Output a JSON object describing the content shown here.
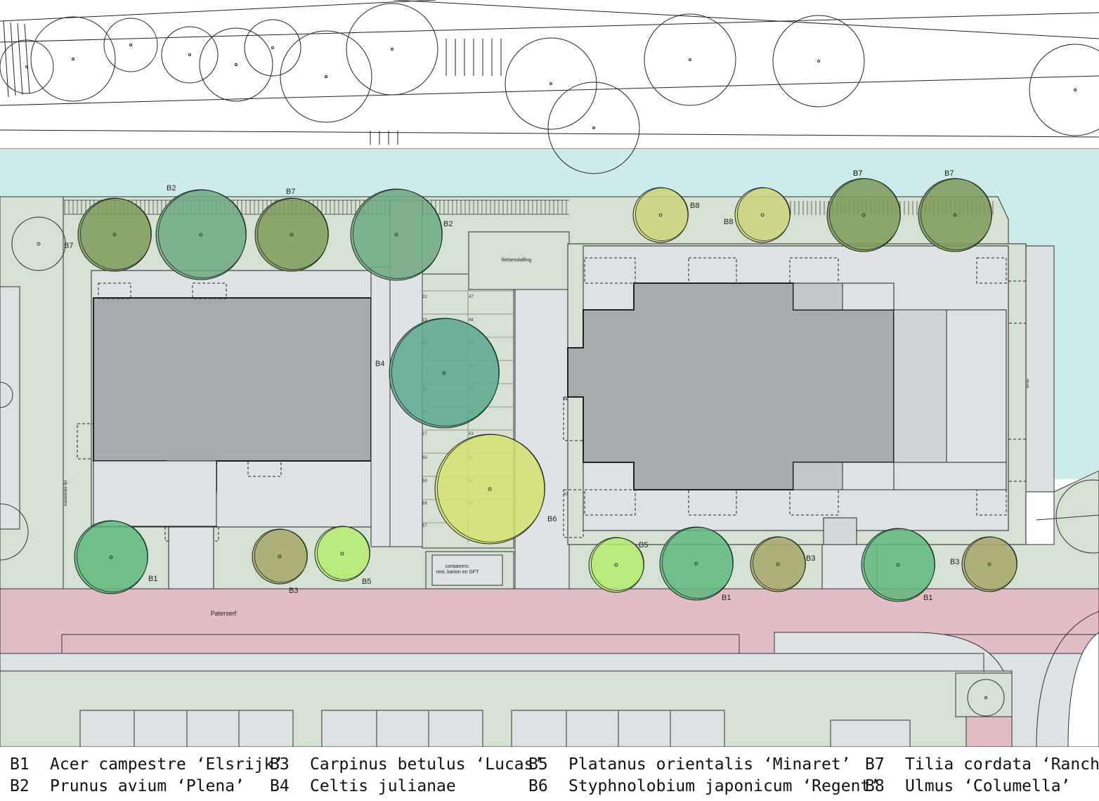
{
  "labels": {
    "bike_storage": "fietsenstalling",
    "containers_line1": "containers:",
    "containers_line2": "rest, karton en GFT",
    "street": "Paterserf",
    "kadastrale": "kadastrale lijn",
    "terras": "terras"
  },
  "parking_numbers": [
    "22",
    "23",
    "24",
    "25",
    "26",
    "27",
    "50",
    "59",
    "58",
    "57",
    "47",
    "48",
    "49",
    "50",
    "51",
    "52",
    "53",
    "54",
    "55",
    "56",
    "94",
    "40"
  ],
  "tree_types": [
    {
      "code": "B1",
      "name": "Acer campestre ‘Elsrijk’",
      "color": "#5fb97c"
    },
    {
      "code": "B2",
      "name": "Prunus avium ‘Plena’",
      "color": "#6fa880"
    },
    {
      "code": "B3",
      "name": "Carpinus betulus ‘Lucas’",
      "color": "#a8a66a"
    },
    {
      "code": "B4",
      "name": "Celtis julianae",
      "color": "#5aa88e"
    },
    {
      "code": "B5",
      "name": "Platanus orientalis ‘Minaret’",
      "color": "#b4ea70"
    },
    {
      "code": "B6",
      "name": "Styphnolobium japonicum ‘Regent’",
      "color": "#d6e070"
    },
    {
      "code": "B7",
      "name": "Tilia cordata ‘Rancho’",
      "color": "#7e9a5a"
    },
    {
      "code": "B8",
      "name": "Ulmus ‘Columella’",
      "color": "#cfd37a"
    }
  ],
  "tree_labels": [
    {
      "code": "B2"
    },
    {
      "code": "B7"
    },
    {
      "code": "B7"
    },
    {
      "code": "B2"
    },
    {
      "code": "B8"
    },
    {
      "code": "B8"
    },
    {
      "code": "B7"
    },
    {
      "code": "B7"
    },
    {
      "code": "B4"
    },
    {
      "code": "B6"
    },
    {
      "code": "B1"
    },
    {
      "code": "B3"
    },
    {
      "code": "B5"
    },
    {
      "code": "B5"
    },
    {
      "code": "B1"
    },
    {
      "code": "B3"
    },
    {
      "code": "B1"
    },
    {
      "code": "B3"
    }
  ]
}
